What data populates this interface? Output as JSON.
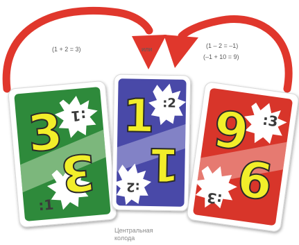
{
  "annotations": {
    "left_formula": "(1 + 2 = 3)",
    "or_word": "или",
    "right_formula_line1": "(1 – 2 = –1)",
    "right_formula_line2": "(–1 + 10 = 9)"
  },
  "caption": {
    "line1": "Центральная",
    "line2": "колода"
  },
  "cards": {
    "left": {
      "big_value": "3",
      "corner_label": ":1",
      "color": "#2f8a3b",
      "pale_color": "#b9dcb0"
    },
    "center": {
      "big_value": "1",
      "corner_label": ":2",
      "color": "#4a4aa8",
      "pale_color": "#c7c7ea"
    },
    "right": {
      "big_value": "9",
      "corner_label": ":3",
      "color": "#d8342a",
      "pale_color": "#f3c0b8"
    }
  },
  "colors": {
    "arrow": "#e0372c",
    "digit": "#f2ee2a",
    "digit_outline": "#2a2a2a",
    "corner_ink": "#3a3a3a",
    "card_border": "#d9d9d9"
  }
}
